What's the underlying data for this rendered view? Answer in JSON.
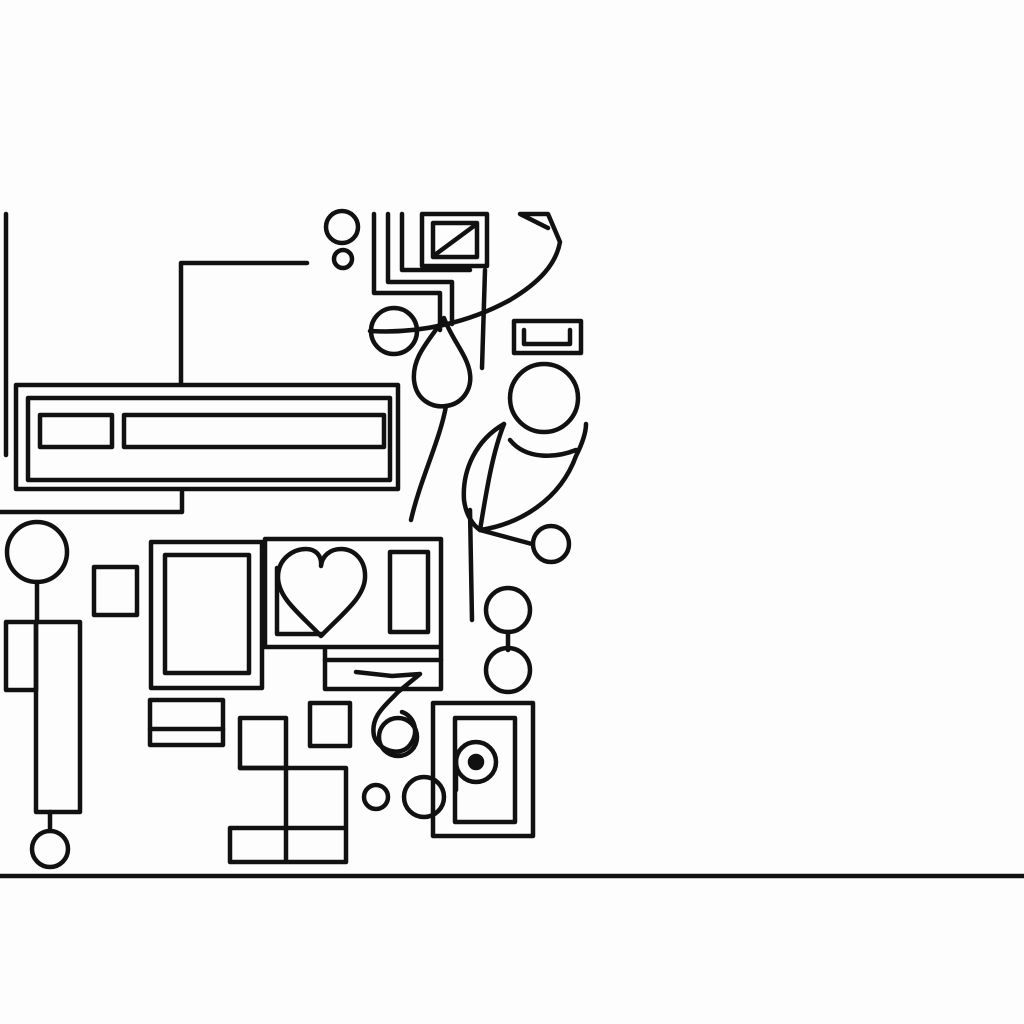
{
  "artwork": {
    "style": "continuous line drawing",
    "stroke_color": "#111111",
    "background_color": "#fdfdfd",
    "motifs": [
      "heart",
      "circles",
      "rectangles",
      "leaf",
      "squares",
      "target",
      "horizon line"
    ]
  }
}
